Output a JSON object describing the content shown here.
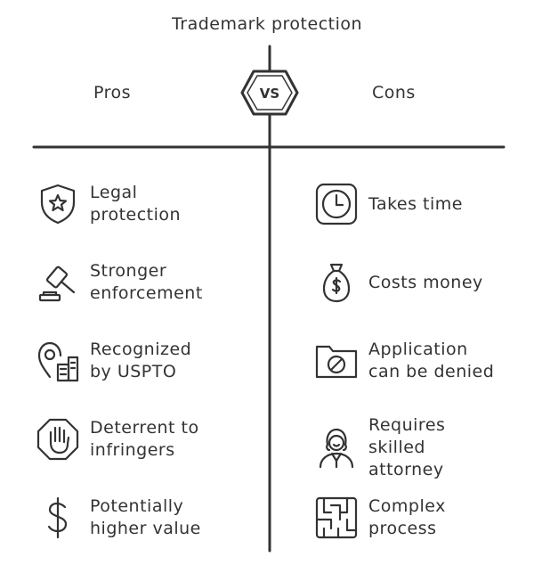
{
  "title": "Trademark protection",
  "pros_heading": "Pros",
  "cons_heading": "Cons",
  "vs_label": "VS",
  "pros": [
    {
      "icon": "shield-star-icon",
      "label": "Legal\nprotection"
    },
    {
      "icon": "gavel-icon",
      "label": "Stronger\nenforcement"
    },
    {
      "icon": "location-building-icon",
      "label": "Recognized\nby USPTO"
    },
    {
      "icon": "stop-hand-icon",
      "label": "Deterrent to\ninfringers"
    },
    {
      "icon": "dollar-icon",
      "label": "Potentially\nhigher value"
    }
  ],
  "cons": [
    {
      "icon": "clock-icon",
      "label": "Takes time"
    },
    {
      "icon": "money-bag-icon",
      "label": "Costs money"
    },
    {
      "icon": "folder-denied-icon",
      "label": "Application\ncan be denied"
    },
    {
      "icon": "attorney-icon",
      "label": "Requires\nskilled\nattorney"
    },
    {
      "icon": "maze-icon",
      "label": "Complex\nprocess"
    }
  ]
}
